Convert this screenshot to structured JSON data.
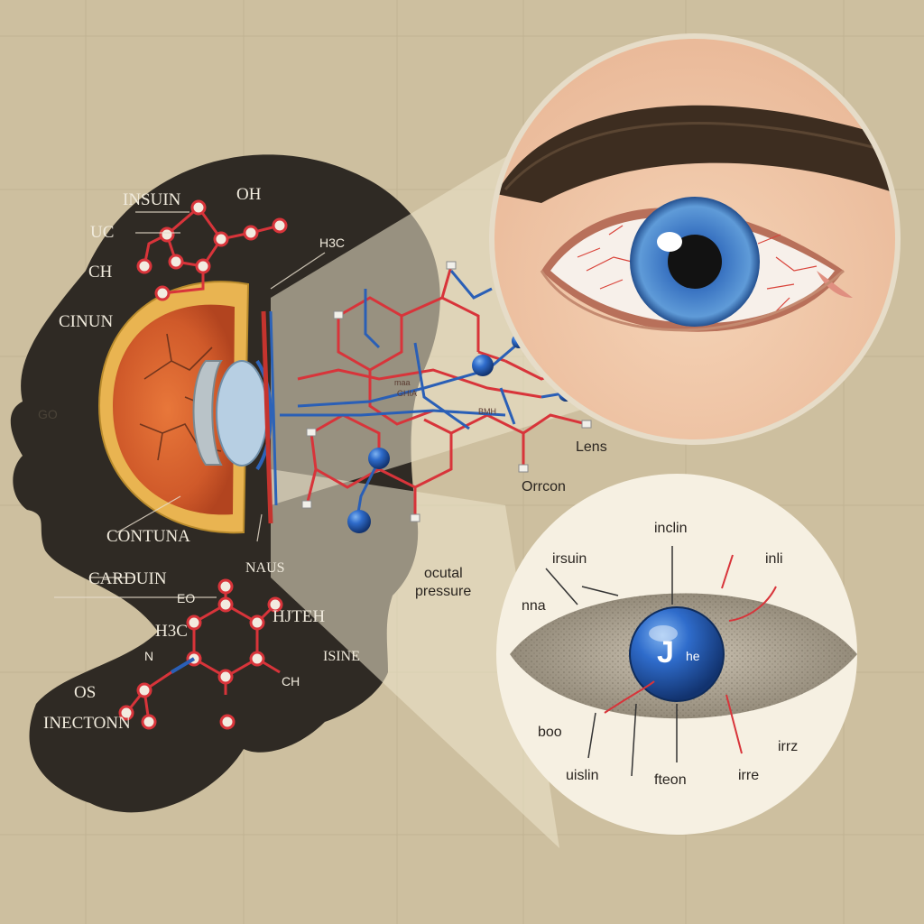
{
  "colors": {
    "background": "#cdbf9f",
    "silhouette": "#2f2a24",
    "iris_blue": "#3a74c2",
    "bond_red": "#d8343a",
    "bond_blue": "#2a5fb6",
    "inset_bg": "#f6f0e2"
  },
  "labels": {
    "head": {
      "insulin_top": "INSUIN",
      "oh_top": "OH",
      "uc": "UC",
      "ch": "CH",
      "h3c_small": "H3C",
      "cinun": "CINUN",
      "go": "GO",
      "contuna": "CONTUNA",
      "naus": "NAUS",
      "carduin": "CARDUIN",
      "eo": "EO",
      "h3c_lower": "H3C",
      "hjteh": "HJTEH",
      "isine": "ISINE",
      "os": "OS",
      "inectonn": "INECTONN",
      "n_sub": "N",
      "ch_sub": "CH"
    },
    "center": {
      "lens": "Lens",
      "orrcon": "Orrcon",
      "ocular_line1": "ocutal",
      "ocular_line2": "pressure",
      "small_1": "maa",
      "small_2": "GHIA",
      "small_3": "BMH"
    },
    "inset": {
      "inclin": "inclin",
      "irsuin": "irsuin",
      "inli": "inli",
      "nna": "nna",
      "ball_letter": "J",
      "ball_sub": "he",
      "boo": "boo",
      "uislin": "uislin",
      "fteon": "fteon",
      "irre": "irre",
      "irrz": "irrz"
    }
  }
}
